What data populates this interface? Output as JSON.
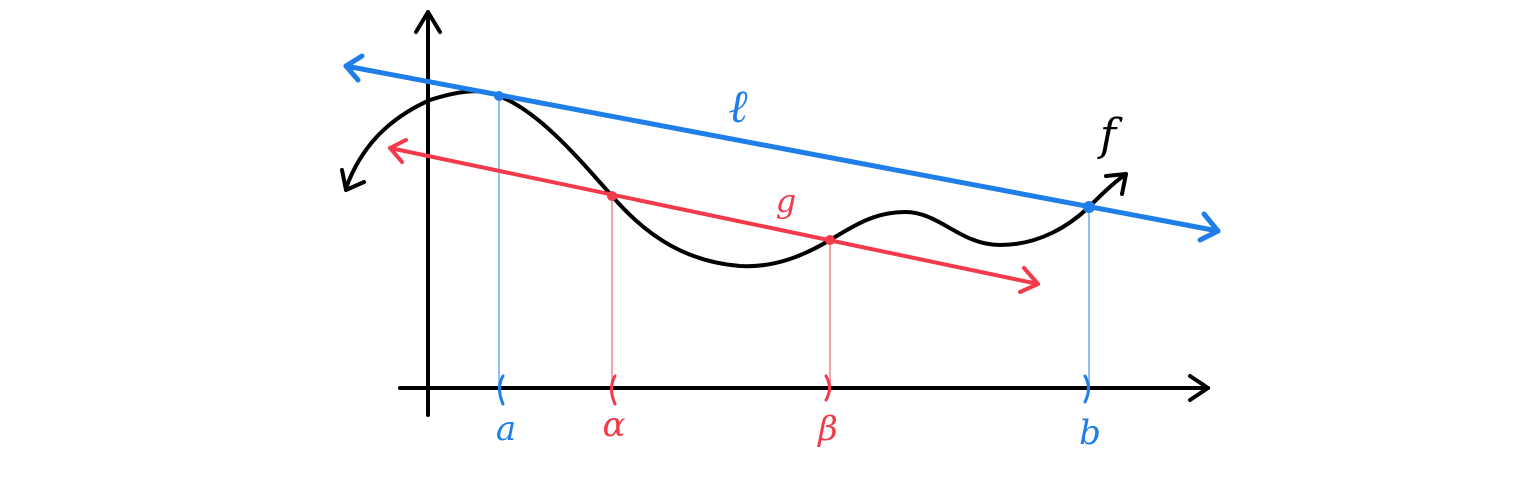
{
  "colors": {
    "curve": "#000000",
    "line_l": "#1f7ee8",
    "line_g": "#f23a4b",
    "guide_l": "#90bff2",
    "guide_g": "#f5a3ab"
  },
  "labels": {
    "function": "f",
    "line_l": "ℓ",
    "line_g": "g",
    "a": "a",
    "alpha": "α",
    "beta": "β",
    "b": "b"
  }
}
